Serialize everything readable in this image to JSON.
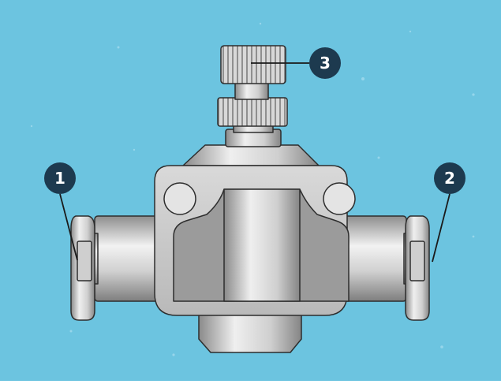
{
  "diagram": {
    "callouts": [
      {
        "id": "callout-1",
        "label": "1"
      },
      {
        "id": "callout-2",
        "label": "2"
      },
      {
        "id": "callout-3",
        "label": "3"
      }
    ]
  },
  "colors": {
    "background": "#6cc4e0",
    "badge": "#1d3a4f",
    "badge_text": "#ffffff",
    "metal_light": "#e6e6e6",
    "metal_mid": "#bdbdbd",
    "metal_dark": "#8a8a8a",
    "outline": "#2d2d2d",
    "window_fill": "#9b9b9b"
  }
}
